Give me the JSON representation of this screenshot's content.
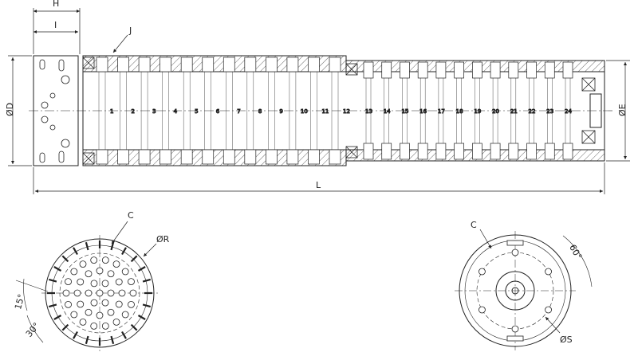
{
  "labels": {
    "H": "H",
    "I": "I",
    "J": "J",
    "D": "ØD",
    "E": "ØE",
    "L": "L",
    "C_left": "C",
    "R": "ØR",
    "angle15": "15°",
    "angle30": "30°",
    "C_right": "C",
    "angle60": "60°",
    "S": "ØS"
  },
  "channels": {
    "upper": [
      "1",
      "2",
      "3",
      "4",
      "5",
      "6",
      "7",
      "8",
      "9",
      "10",
      "11",
      "12"
    ],
    "lower": [
      "13",
      "14",
      "15",
      "16",
      "17",
      "18",
      "19",
      "20",
      "21",
      "22",
      "23",
      "24"
    ]
  },
  "colors": {
    "line": "#222222",
    "hatch": "#444444",
    "bg": "#ffffff"
  }
}
